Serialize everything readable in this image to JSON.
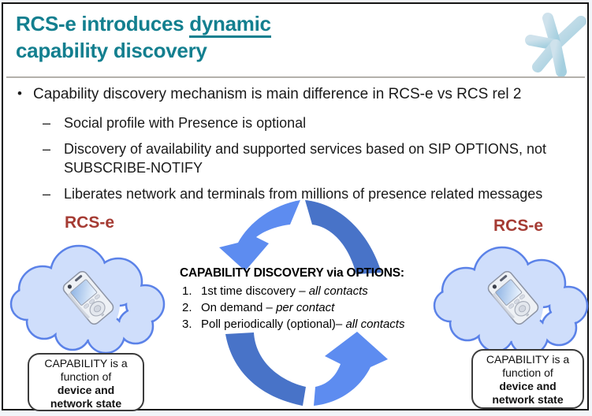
{
  "title": {
    "prefix": "RCS-e introduces ",
    "underlined": "dynamic",
    "line2": "capability discovery"
  },
  "bullet": {
    "marker": "•",
    "text": "Capability discovery mechanism is main difference in RCS-e vs RCS rel 2"
  },
  "sub_bullets": [
    {
      "dash": "–",
      "text": "Social profile with Presence is optional"
    },
    {
      "dash": "–",
      "text": "Discovery of availability and supported services based on SIP OPTIONS, not SUBSCRIBE-NOTIFY"
    },
    {
      "dash": "–",
      "text": "Liberates network  and terminals from millions of presence related messages"
    }
  ],
  "clouds": {
    "left_label": "RCS-e",
    "right_label": "RCS-e"
  },
  "options_panel": {
    "heading": "CAPABILITY DISCOVERY via OPTIONS:",
    "items": [
      {
        "num": "1.",
        "text": "1st time discovery – ",
        "em": "all contacts"
      },
      {
        "num": "2.",
        "text": "On demand – ",
        "em": "per contact"
      },
      {
        "num": "3.",
        "text": "Poll periodically (optional)– ",
        "em": "all contacts"
      }
    ]
  },
  "capability_note": {
    "line1": "CAPABILITY is a",
    "line2": "function of",
    "line3": "device and",
    "line4": "network state"
  },
  "icons": {
    "logo": "asterisk-logo",
    "left_cloud": "network-cloud",
    "right_cloud": "network-cloud",
    "phone": "mobile-phone",
    "top_arrow": "cycle-arrow-left",
    "bottom_arrow": "cycle-arrow-right"
  },
  "colors": {
    "title_teal": "#137f8f",
    "label_red": "#a53b33",
    "arrow_light": "#5d8cf0",
    "arrow_dark": "#4873c8",
    "cloud_fill": "#cfdefb",
    "cloud_stroke": "#5b82e8",
    "slide_border": "#141414"
  }
}
